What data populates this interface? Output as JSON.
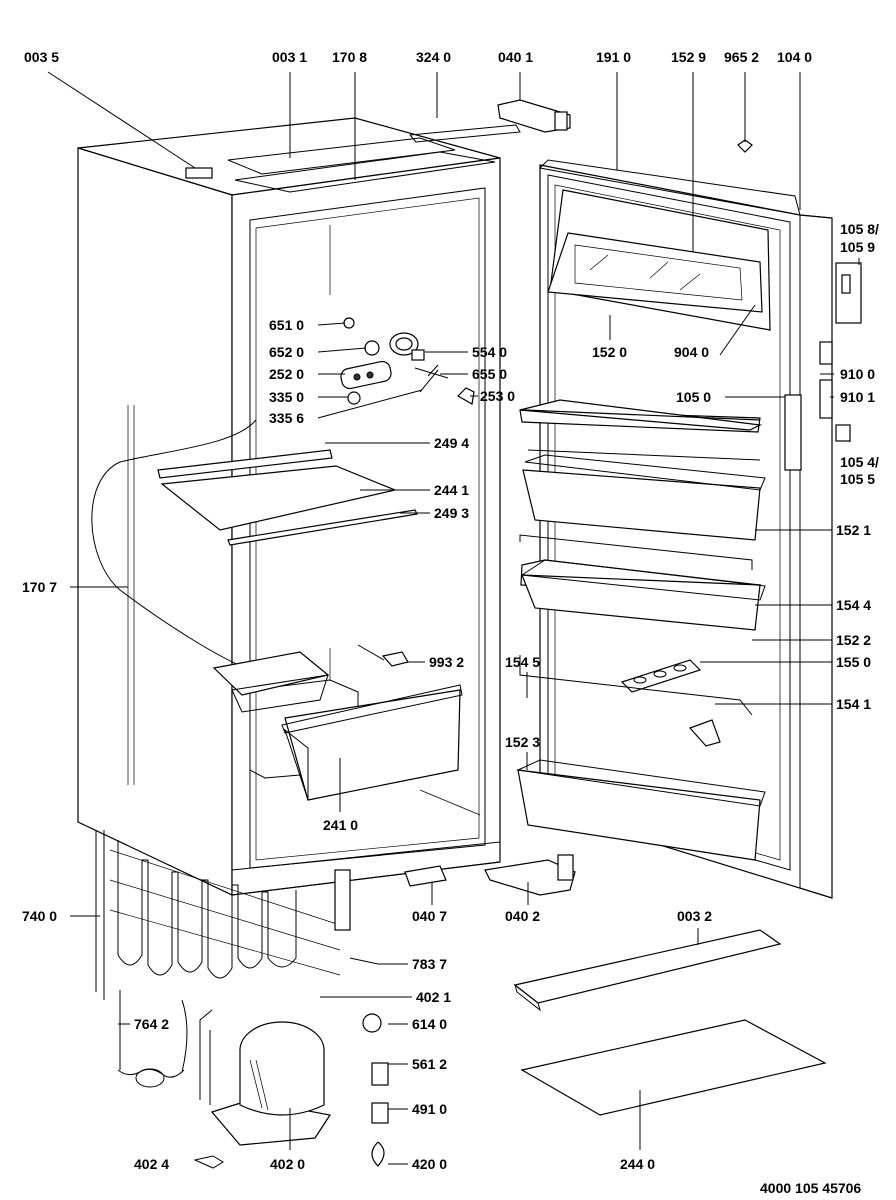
{
  "labels": {
    "l0035": "003 5",
    "l0031": "003 1",
    "l1708": "170 8",
    "l3240": "324 0",
    "l0401": "040 1",
    "l1910": "191 0",
    "l1529": "152 9",
    "l9652": "965 2",
    "l1040": "104 0",
    "l1058": "105 8/",
    "l1059": "105 9",
    "l6510": "651 0",
    "l6520": "652 0",
    "l2520": "252 0",
    "l3350": "335 0",
    "l3356": "335 6",
    "l5540": "554 0",
    "l6550": "655 0",
    "l2530": "253 0",
    "l1520": "152 0",
    "l9040": "904 0",
    "l9100": "910 0",
    "l9101": "910 1",
    "l1050": "105 0",
    "l1054": "105 4/",
    "l1055": "105 5",
    "l2494": "249 4",
    "l2441": "244 1",
    "l2493": "249 3",
    "l1521": "152 1",
    "l1544": "154 4",
    "l1707": "170 7",
    "l1522": "152 2",
    "l9932": "993 2",
    "l1550": "155 0",
    "l1545": "154 5",
    "l1541": "154 1",
    "l1523": "152 3",
    "l2410": "241 0",
    "l7400": "740 0",
    "l0407": "040 7",
    "l0402": "040 2",
    "l0032": "003 2",
    "l7837": "783 7",
    "l4021": "402 1",
    "l7642": "764 2",
    "l6140": "614 0",
    "l5612": "561 2",
    "l4910": "491 0",
    "l4024": "402 4",
    "l4020": "402 0",
    "l4200": "420 0",
    "l2440": "244 0",
    "code": "4000 105 45706"
  }
}
